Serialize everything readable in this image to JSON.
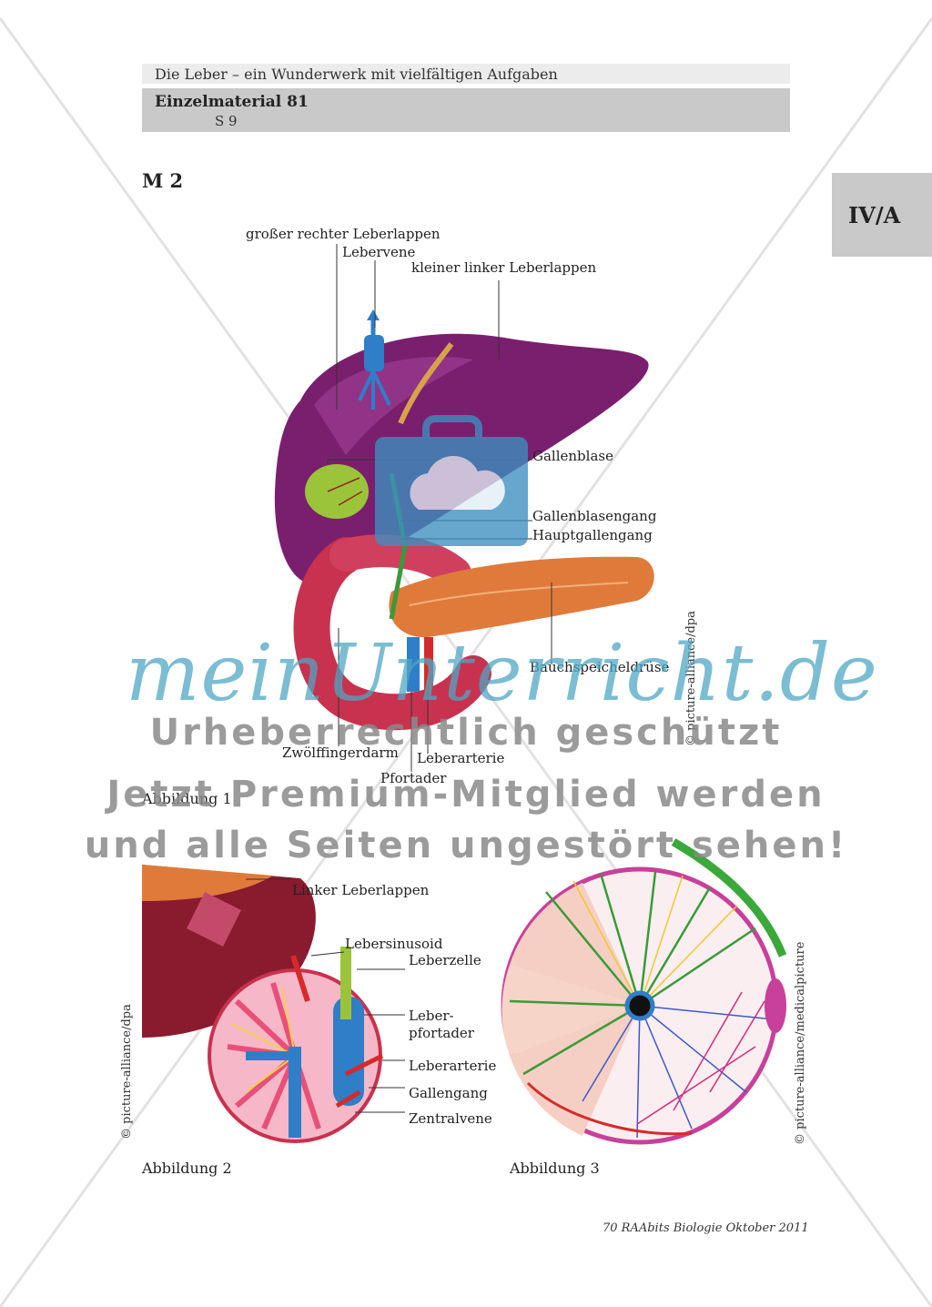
{
  "header": {
    "subtitle": "Die Leber – ein Wunderwerk mit vielfältigen Aufgaben",
    "material": "Einzelmaterial 81",
    "page_ref": "S 9"
  },
  "side_tab": "IV/A",
  "section": "M 2",
  "figure1": {
    "labels": {
      "big_right_lobe": "großer rechter Leberlappen",
      "liver_vein": "Lebervene",
      "small_left_lobe": "kleiner linker Leberlappen",
      "gallbladder": "Gallenblase",
      "cystic_duct": "Gallenblasengang",
      "main_bile_duct": "Hauptgallengang",
      "pancreas": "Bauchspeicheldrüse",
      "duodenum": "Zwölffingerdarm",
      "hepatic_artery": "Leberarterie",
      "portal_vein": "Pfortader"
    },
    "caption": "Abbildung 1",
    "credit": "© picture-alliance/dpa"
  },
  "figure2": {
    "labels": {
      "left_lobe": "Linker Leberlappen",
      "sinusoid": "Lebersinusoid",
      "liver_cell": "Leberzelle",
      "portal_vein_1": "Leber-",
      "portal_vein_2": "pfortader",
      "hepatic_artery": "Leberarterie",
      "bile_duct": "Gallengang",
      "central_vein": "Zentralvene"
    },
    "caption": "Abbildung 2",
    "credit": "© picture-alliance/dpa"
  },
  "figure3": {
    "caption": "Abbildung 3",
    "credit": "© picture-alliance/medicalpicture"
  },
  "footer": "70 RAAbits Biologie Oktober 2011",
  "watermark": {
    "brand": "meinUnterricht.de",
    "line1": "Urheberrechtlich geschützt",
    "line2": "Jetzt Premium-Mitglied werden",
    "line3": "und alle Seiten ungestört sehen!"
  },
  "colors": {
    "liver": "#7a1f6e",
    "gallbladder": "#9bc43a",
    "pancreas": "#e07a3a",
    "duodenum": "#c8324e",
    "vein_blue": "#2f7ec8",
    "artery_red": "#d62a2a",
    "bile_green": "#3a9a3a",
    "watermark_blue": "#4fa7c3"
  }
}
